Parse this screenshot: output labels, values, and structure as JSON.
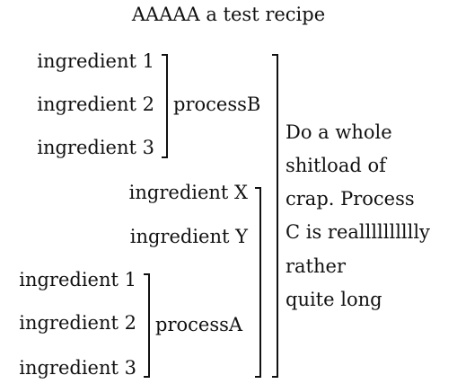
{
  "title": "AAAAA a test recipe",
  "groupB": {
    "ingredients": [
      "ingredient 1",
      "ingredient 2",
      "ingredient 3"
    ],
    "process": "processB"
  },
  "groupXY": {
    "ingredients": [
      "ingredient X",
      "ingredient Y"
    ]
  },
  "groupA": {
    "ingredients": [
      "ingredient 1",
      "ingredient 2",
      "ingredient 3"
    ],
    "process": "processA"
  },
  "processC": {
    "lines": [
      "Do a whole",
      "shitload of",
      "crap. Process",
      "C is realllllllllly",
      "rather",
      "quite long"
    ]
  }
}
